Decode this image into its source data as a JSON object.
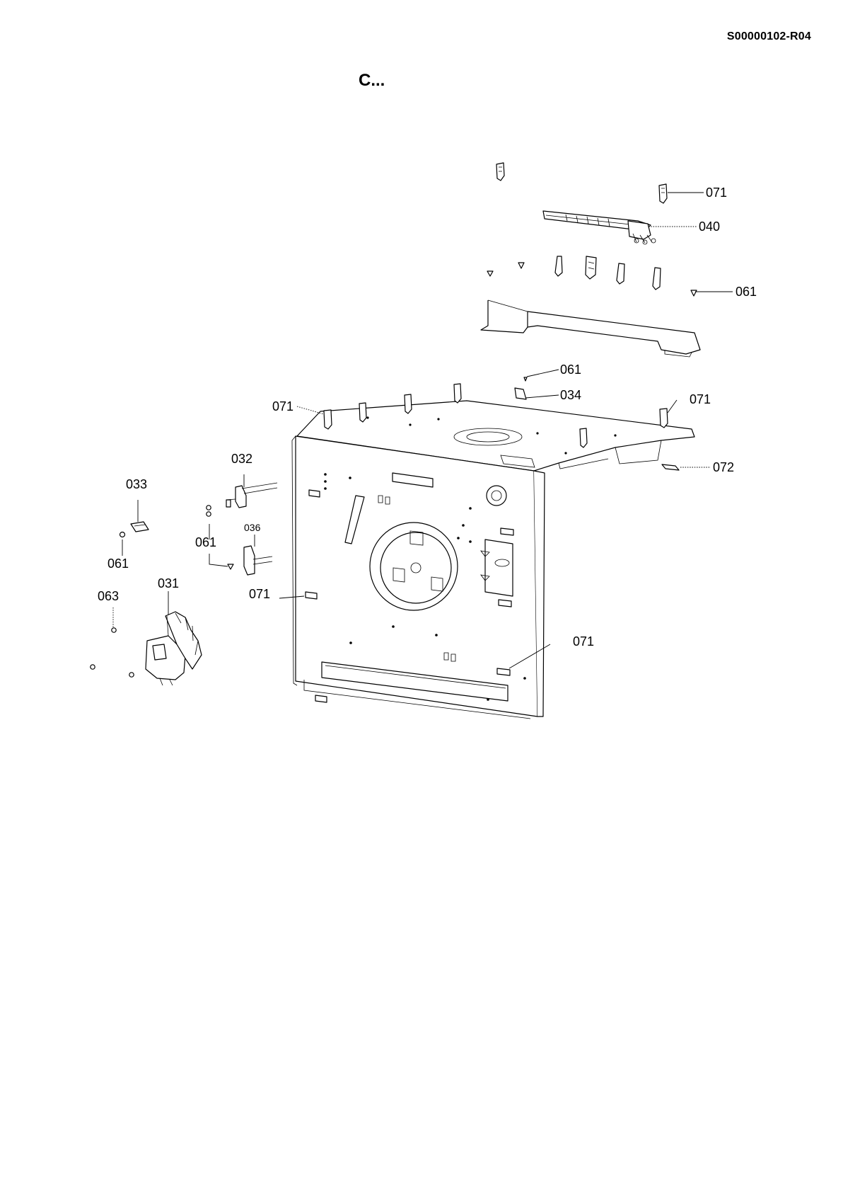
{
  "header": {
    "doc_code": "S00000102-R04",
    "title": "C..."
  },
  "callouts": {
    "c071_top": "071",
    "c040": "040",
    "c061_right": "061",
    "c061_mid": "061",
    "c034": "034",
    "c071_topright": "071",
    "c071_topleft": "071",
    "c072": "072",
    "c032": "032",
    "c033": "033",
    "c036": "036",
    "c061_left": "061",
    "c061_farleft": "061",
    "c031": "031",
    "c063": "063",
    "c071_leftside": "071",
    "c071_bottomright": "071"
  }
}
